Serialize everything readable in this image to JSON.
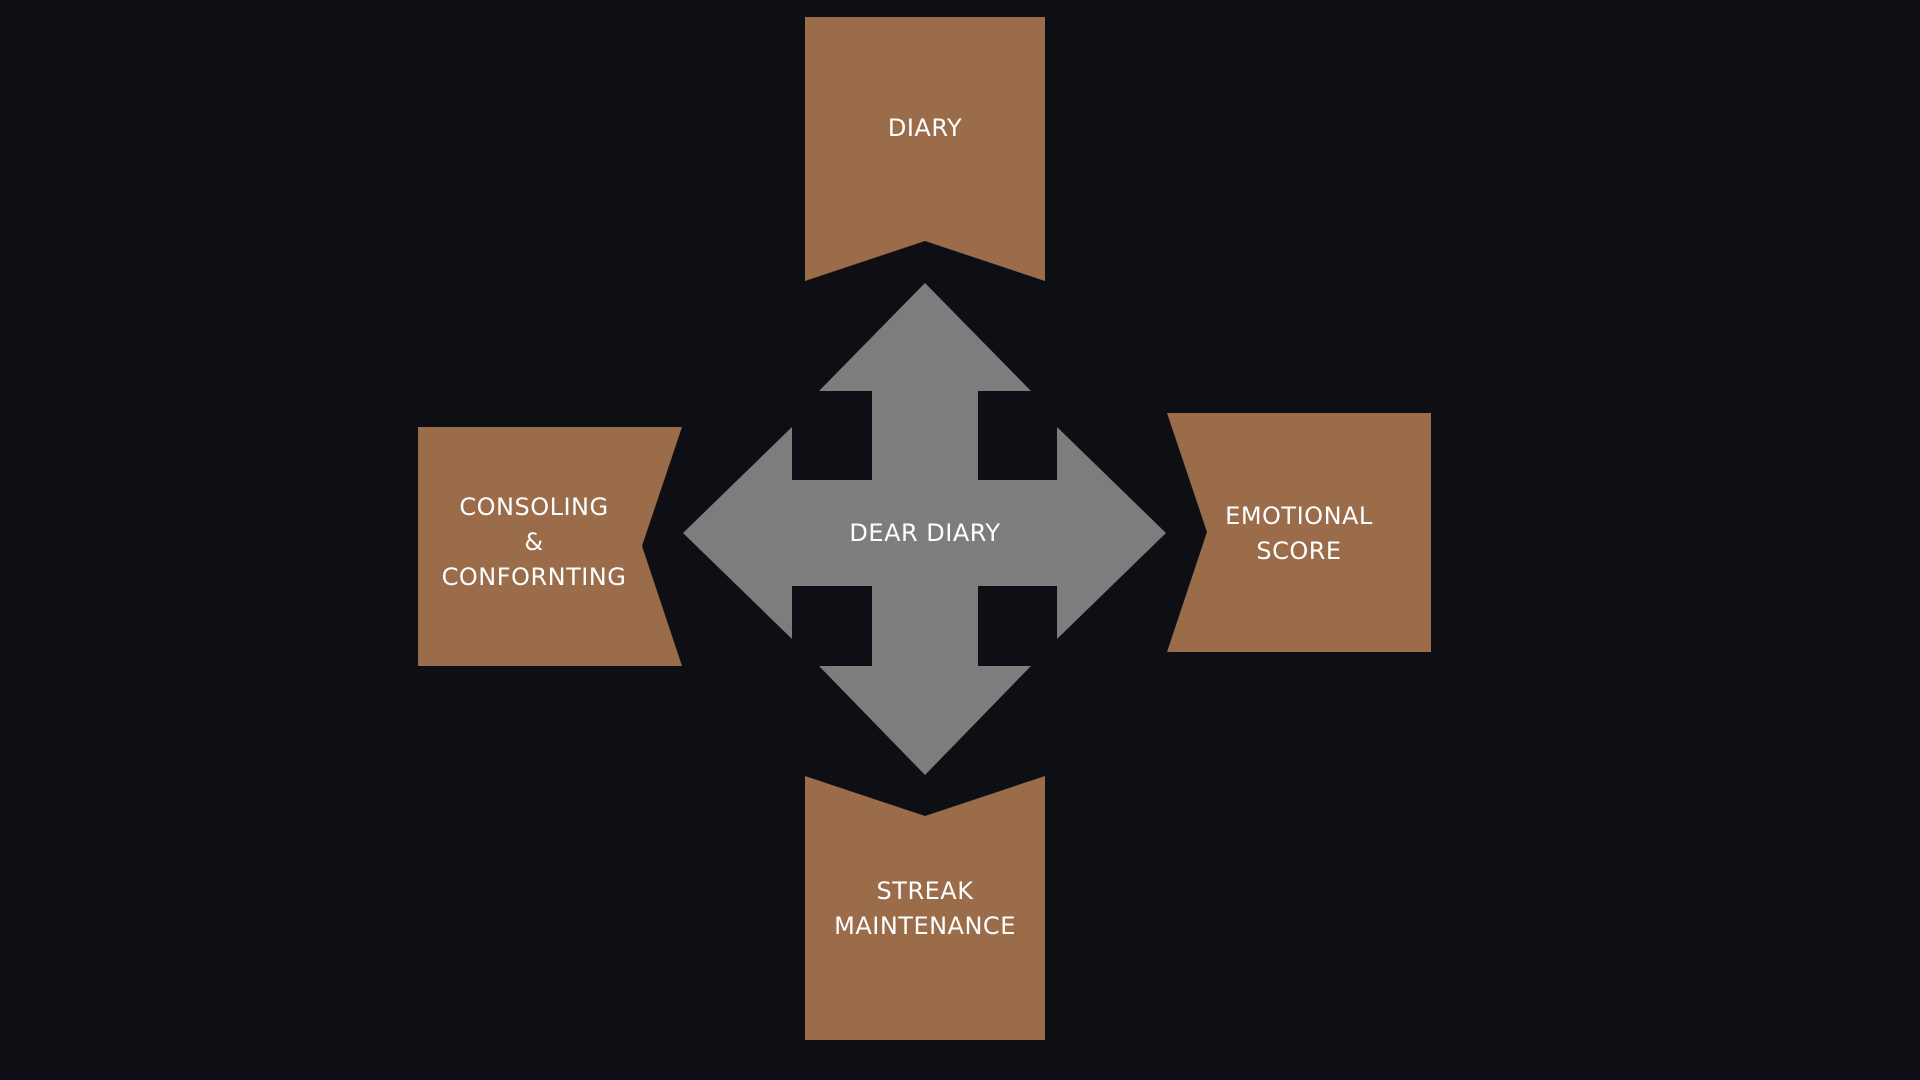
{
  "diagram": {
    "center": {
      "label": "DEAR DIARY"
    },
    "top": {
      "lines": [
        "DIARY"
      ]
    },
    "left": {
      "lines": [
        "CONSOLING",
        "&",
        "CONFORNTING"
      ]
    },
    "right": {
      "lines": [
        "EMOTIONAL",
        "SCORE"
      ]
    },
    "bottom": {
      "lines": [
        "STREAK",
        "MAINTENANCE"
      ]
    }
  },
  "colors": {
    "background": "#0d0f15",
    "box": "#9a6c4a",
    "arrow": "#7d7d7d",
    "text": "#ffffff"
  }
}
